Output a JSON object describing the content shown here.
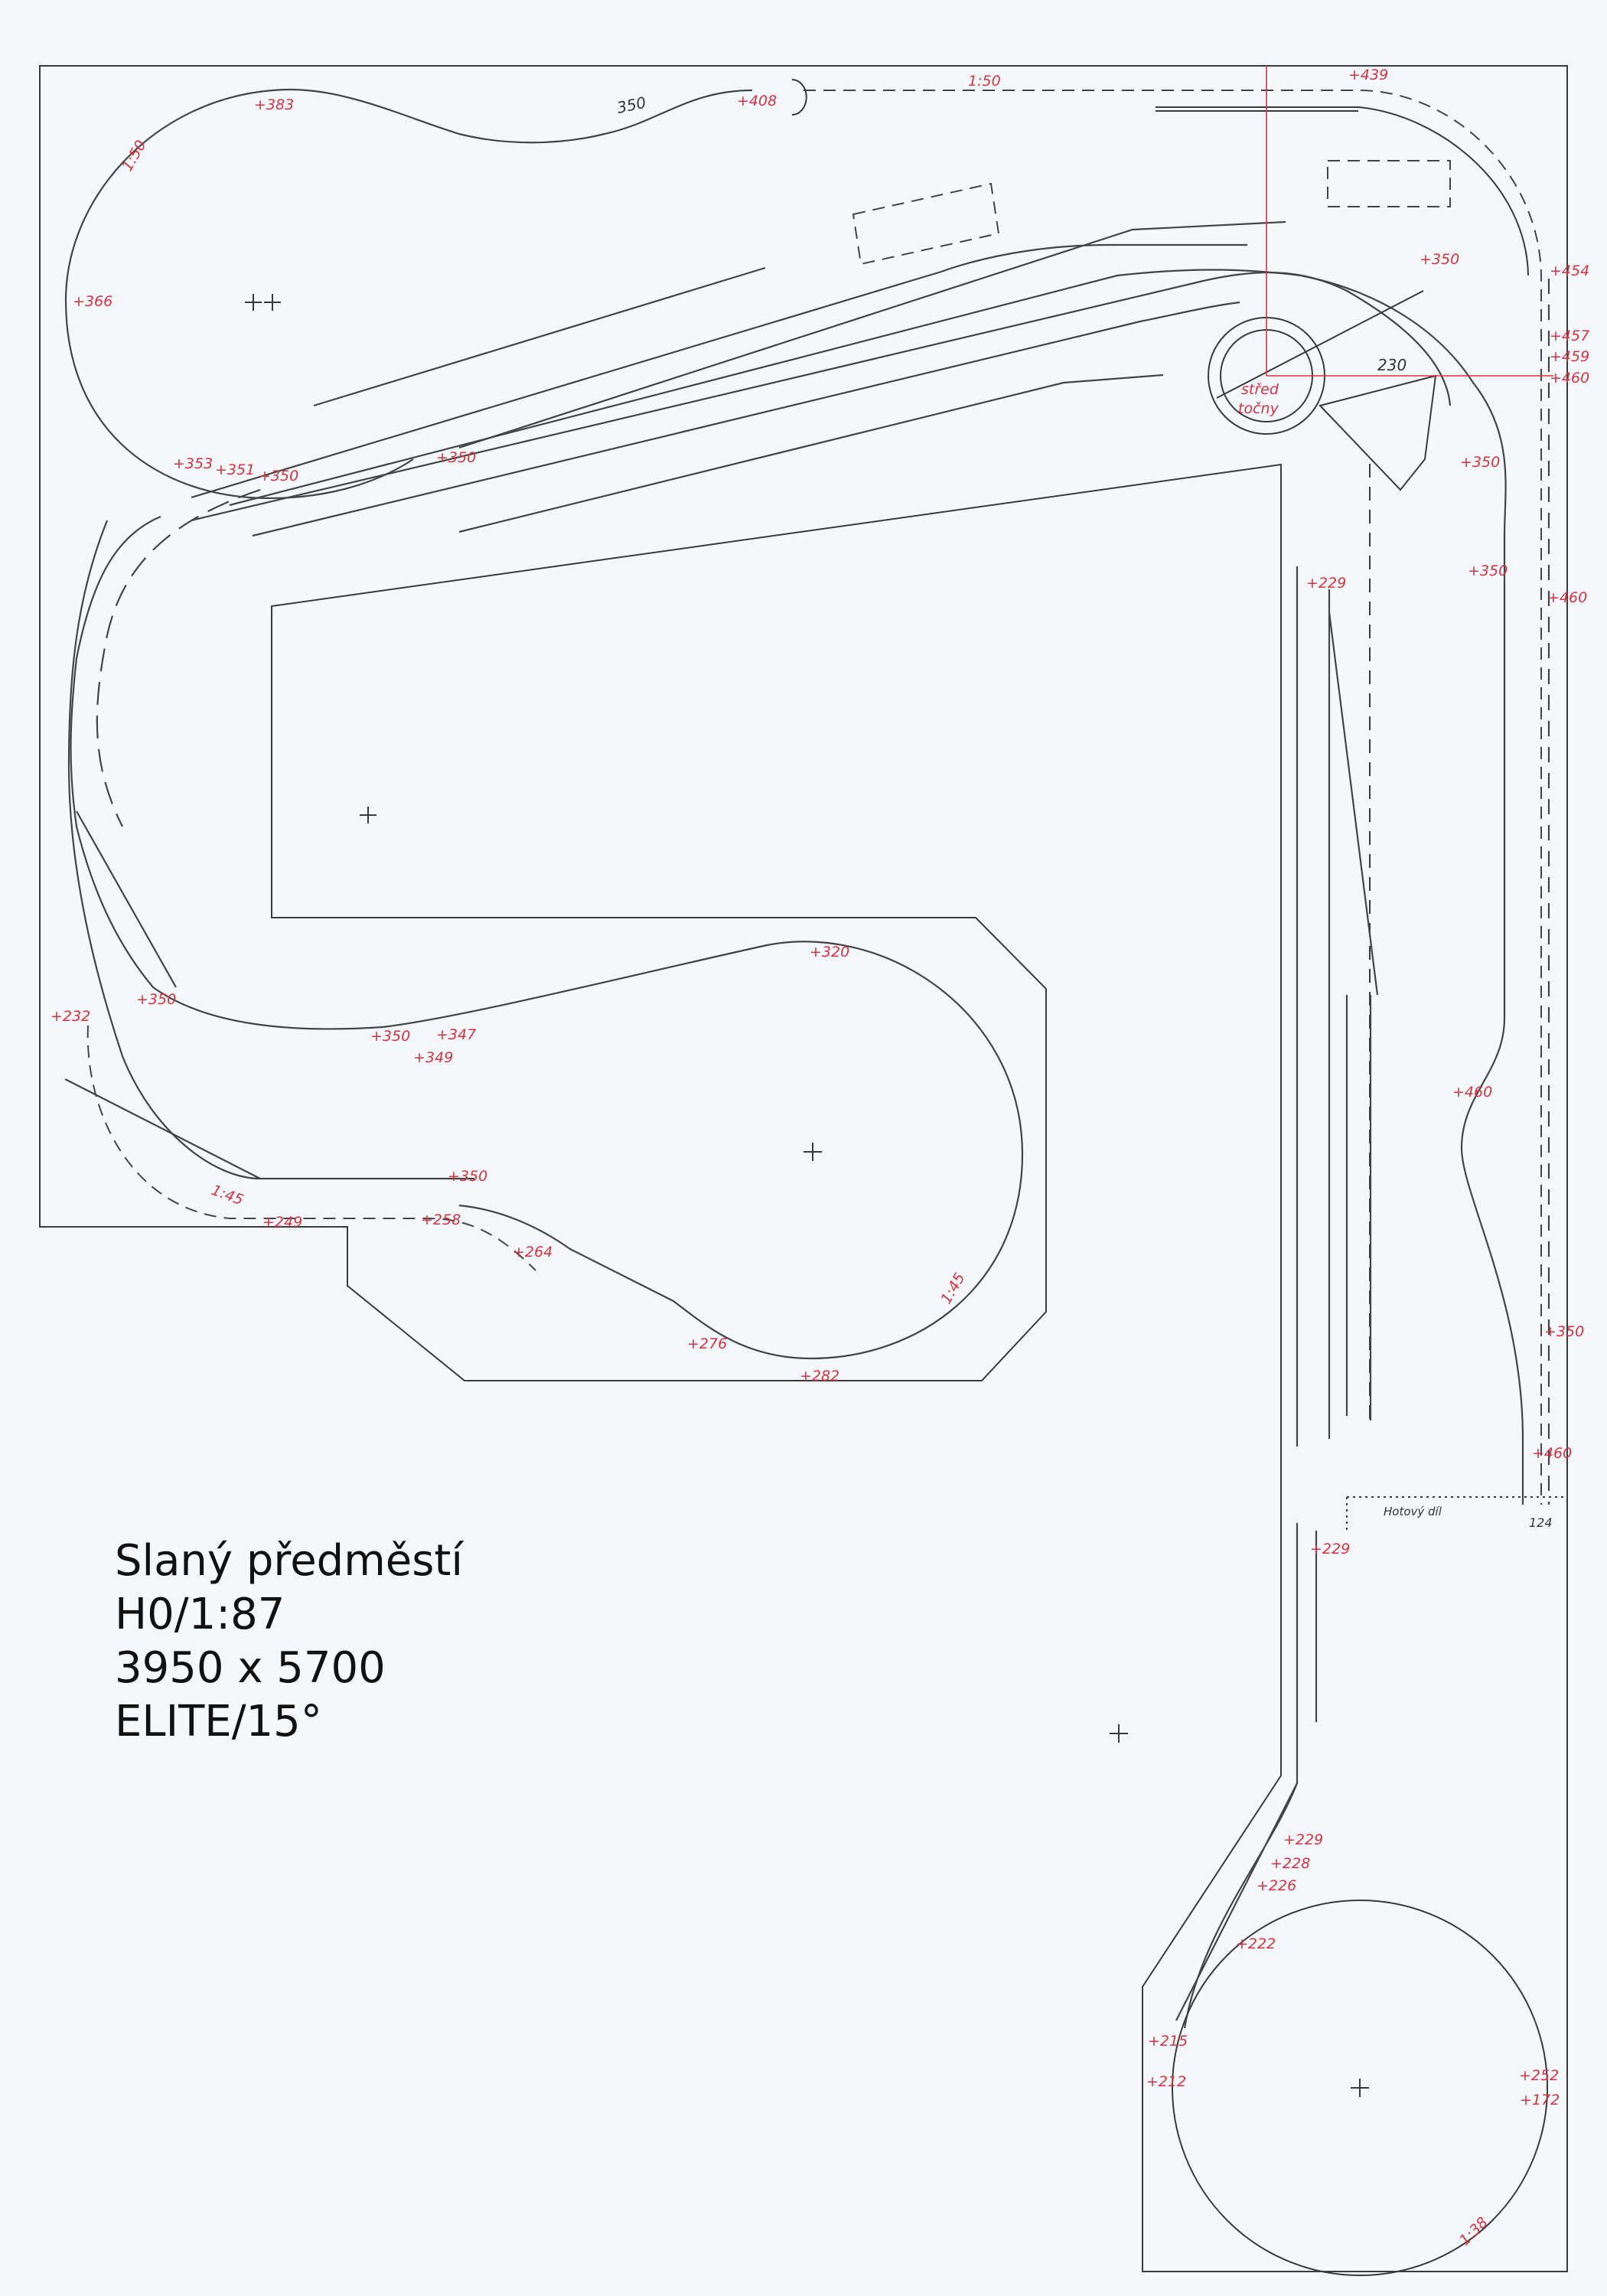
{
  "title_block": {
    "name": "Slaný předměstí",
    "scale": "H0/1:87",
    "size": "3950 x 5700",
    "system": "ELITE/15°"
  },
  "labels": {
    "h383": "+383",
    "len350": "350",
    "h408": "+408",
    "grad_top": "1:50",
    "h439": "+439",
    "grad_left": "1:50",
    "h366": "+366",
    "h350_ne": "+350",
    "h454": "+454",
    "h457": "+457",
    "h459": "+459",
    "h460_a": "+460",
    "turntable_1": "střed",
    "turntable_2": "točny",
    "len230": "230",
    "h350_e1": "+350",
    "h350_e2": "+350",
    "h460_b": "+460",
    "h229_a": "+229",
    "h353": "+353",
    "h351": "+351",
    "h350_w": "+350",
    "h350_st": "+350",
    "h320": "+320",
    "h350_sw": "+350",
    "h232": "+232",
    "h350_b": "+350",
    "h349": "+349",
    "h347": "+347",
    "h350_spur": "+350",
    "grad_145a": "1:45",
    "h249": "+249",
    "h258": "+258",
    "h264": "+264",
    "h276": "+276",
    "h282": "+282",
    "grad_145b": "1:45",
    "h460_c": "+460",
    "h350_se": "+350",
    "h460_d": "+460",
    "finished_part": "Hotový díl",
    "len124": "124",
    "h229_b": "+229",
    "h229_c": "+229",
    "h228": "+228",
    "h226": "+226",
    "h222": "+222",
    "h215": "+215",
    "h212": "+212",
    "h252": "+252",
    "h172": "+172",
    "grad_138": "1:38"
  },
  "colors": {
    "annotation": "#d8323f",
    "track": "#444444"
  }
}
